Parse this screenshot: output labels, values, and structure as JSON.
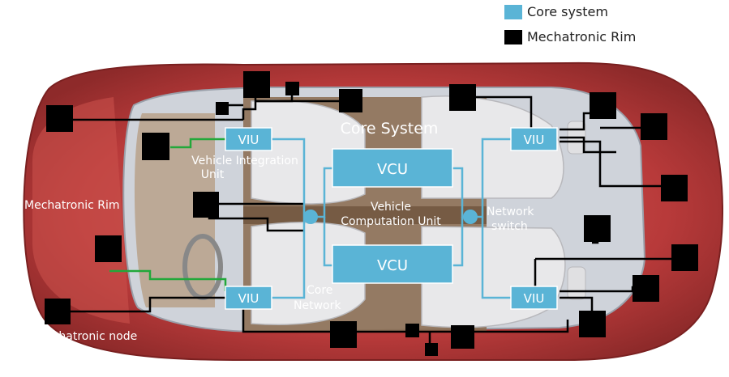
{
  "legend": {
    "core_label": "Core system",
    "rim_label": "Mechatronic Rim",
    "core_color": "#5ab4d6",
    "rim_color": "#000000"
  },
  "labels": {
    "core_system": "Core System",
    "viu": "VIU",
    "vcu": "VCU",
    "viu_caption_line1": "Vehicle Integration",
    "viu_caption_line2": "Unit",
    "vcu_caption_line1": "Vehicle",
    "vcu_caption_line2": "Computation Unit",
    "switch_line1": "Network",
    "switch_line2": "switch",
    "core_network_line1": "Core",
    "core_network_line2": "Network",
    "mechatronic_rim": "Mechatronic Rim",
    "mechatronic_node": "Mechatronic node"
  },
  "colors": {
    "car_body": "#b83a3a",
    "car_body_light": "#d45a56",
    "cabin_floor": "#8a6a4e",
    "seat": "#e6e6e8",
    "wire_core": "#5ab4d6",
    "wire_rim": "#000000",
    "wire_green": "#22a83a"
  }
}
